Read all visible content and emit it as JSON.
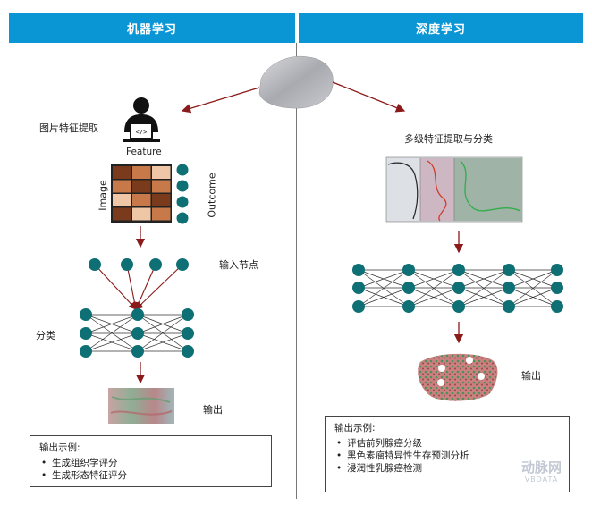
{
  "header": {
    "left_title": "机器学习",
    "right_title": "深度学习"
  },
  "left": {
    "step1_label": "图片特征提取",
    "feature_label": "Feature",
    "image_axis_label": "Image",
    "outcome_axis_label": "Outcome",
    "input_nodes_label": "输入节点",
    "classify_label": "分类",
    "output_label": "输出",
    "examples": {
      "title": "输出示例:",
      "items": [
        "生成组织学评分",
        "生成形态特征评分"
      ]
    }
  },
  "right": {
    "step1_label": "多级特征提取与分类",
    "output_label": "输出",
    "examples": {
      "title": "输出示例:",
      "items": [
        "评估前列腺癌分级",
        "黑色素瘤特异性生存预测分析",
        "浸润性乳腺癌检测"
      ]
    }
  },
  "watermark": {
    "brand": "动脉网",
    "sub": "VBDATA"
  },
  "colors": {
    "header_bg": "#0a96d4",
    "node": "#0e6f74",
    "arrow": "#8b1a1a",
    "heatmap_dark": "#7a3a1c",
    "heatmap_mid": "#c8794a",
    "heatmap_light": "#f0c7a6"
  },
  "icons": [
    "person-laptop-icon",
    "tissue-sample-icon",
    "heatmap-icon"
  ]
}
